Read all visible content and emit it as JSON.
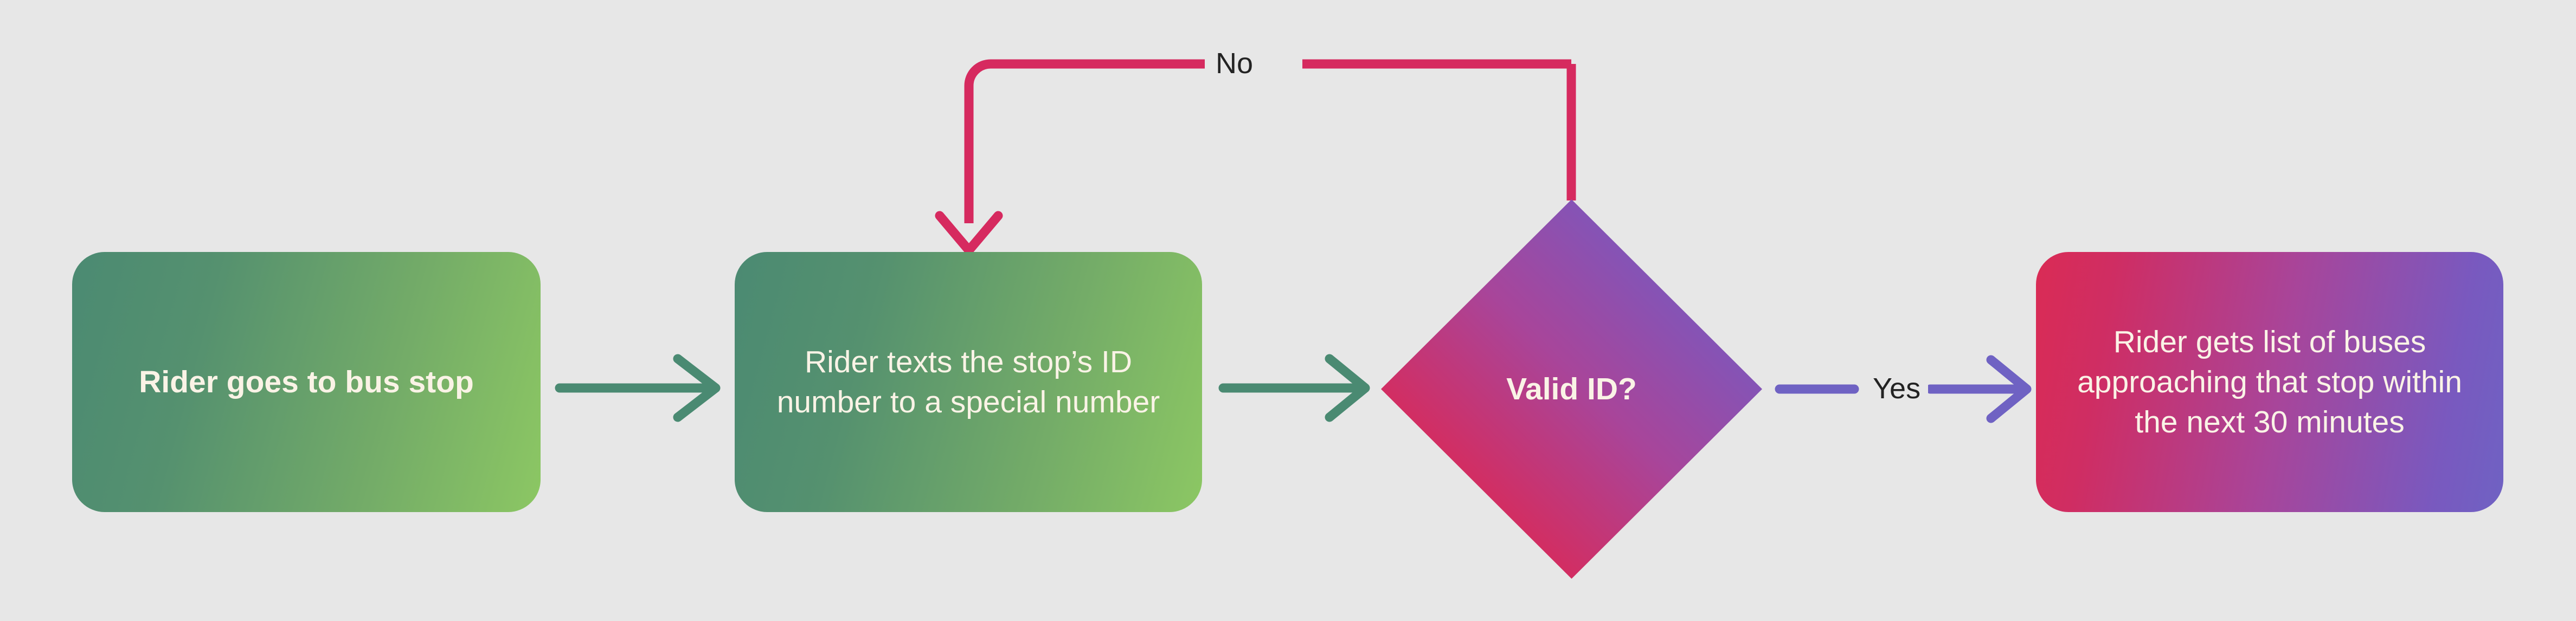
{
  "diagram": {
    "title": "Bus stop rider SMS flow",
    "type": "flowchart",
    "background_color": "#e7e7e7",
    "text_color": "#faf3e6",
    "label_text_color": "#232323"
  },
  "nodes": [
    {
      "id": "start",
      "shape": "rounded-rectangle",
      "label": "Rider goes to bus stop",
      "bold": true,
      "gradient_from": "#4b8a72",
      "gradient_to": "#8cc763"
    },
    {
      "id": "text-stop",
      "shape": "rounded-rectangle",
      "label": "Rider texts the stop’s ID number to a special number",
      "bold": false,
      "gradient_from": "#4b8a72",
      "gradient_to": "#8cc763"
    },
    {
      "id": "decision",
      "shape": "diamond",
      "label": "Valid ID?",
      "bold": true,
      "gradient_from": "#da2c55",
      "gradient_to": "#6f62c3"
    },
    {
      "id": "result",
      "shape": "rounded-rectangle",
      "label": "Rider gets list of buses approaching that stop within the next 30 minutes",
      "bold": false,
      "gradient_from": "#da2c55",
      "gradient_to": "#6f62c3"
    }
  ],
  "edges": [
    {
      "id": "start-to-text",
      "from": "start",
      "to": "text-stop",
      "label": "",
      "color": "#4a8a72"
    },
    {
      "id": "text-to-decision",
      "from": "text-stop",
      "to": "decision",
      "label": "",
      "color": "#4a8a72"
    },
    {
      "id": "decision-yes",
      "from": "decision",
      "to": "result",
      "label": "Yes",
      "color": "#6f62c3"
    },
    {
      "id": "decision-no",
      "from": "decision",
      "to": "text-stop",
      "label": "No",
      "color": "#d62a5f"
    }
  ]
}
